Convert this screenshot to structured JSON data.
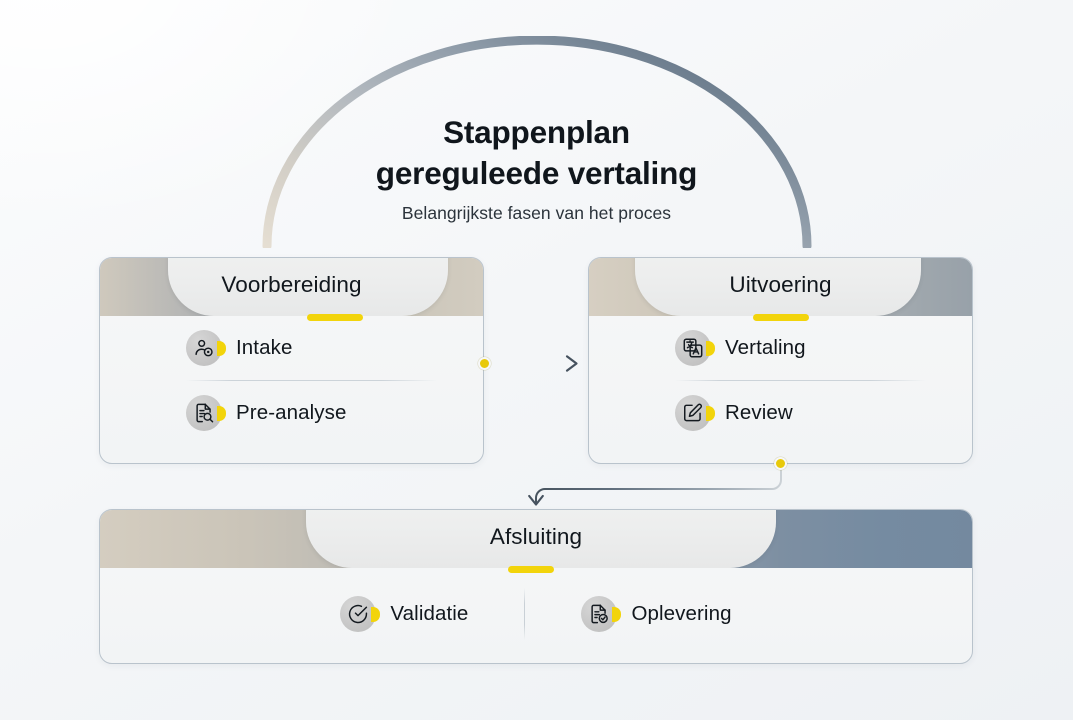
{
  "header": {
    "title_line1": "Stappenplan",
    "title_line2": "gereguleede vertaling",
    "subtitle": "Belangrijkste fasen van het proces"
  },
  "theme": {
    "accent_yellow": "#f2d40b",
    "slate_blue": "#758ba1",
    "beige": "#d4cdc0",
    "text": "#11171d",
    "card_bg": "#f4f5f6",
    "card_border": "#b9c3cc",
    "page_bg": "#f3f5f7"
  },
  "stages": [
    {
      "id": "voorbereiding",
      "title": "Voorbereiding",
      "items": [
        {
          "label": "Intake",
          "icon": "person-settings-icon"
        },
        {
          "label": "Pre-analyse",
          "icon": "document-search-icon"
        }
      ]
    },
    {
      "id": "uitvoering",
      "title": "Uitvoering",
      "items": [
        {
          "label": "Vertaling",
          "icon": "translate-icon"
        },
        {
          "label": "Review",
          "icon": "edit-square-icon"
        }
      ]
    },
    {
      "id": "afsluiting",
      "title": "Afsluiting",
      "items": [
        {
          "label": "Validatie",
          "icon": "check-circle-icon"
        },
        {
          "label": "Oplevering",
          "icon": "document-check-icon"
        }
      ]
    }
  ],
  "connectors": [
    {
      "id": "voorbereiding-to-uitvoering",
      "from": "voorbereiding",
      "to": "uitvoering",
      "shape": "horizontal-arrow"
    },
    {
      "id": "uitvoering-to-afsluiting",
      "from": "uitvoering",
      "to": "afsluiting",
      "shape": "elbow-down-arrow"
    }
  ]
}
